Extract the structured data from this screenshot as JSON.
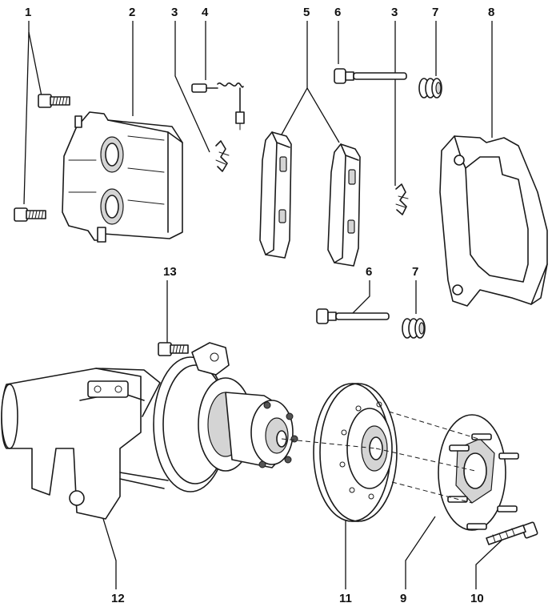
{
  "diagram": {
    "callouts": {
      "c1": "1",
      "c2": "2",
      "c3a": "3",
      "c3b": "3",
      "c4": "4",
      "c5": "5",
      "c6a": "6",
      "c6b": "6",
      "c7a": "7",
      "c7b": "7",
      "c8": "8",
      "c9": "9",
      "c10": "10",
      "c11": "11",
      "c12": "12",
      "c13": "13"
    }
  }
}
